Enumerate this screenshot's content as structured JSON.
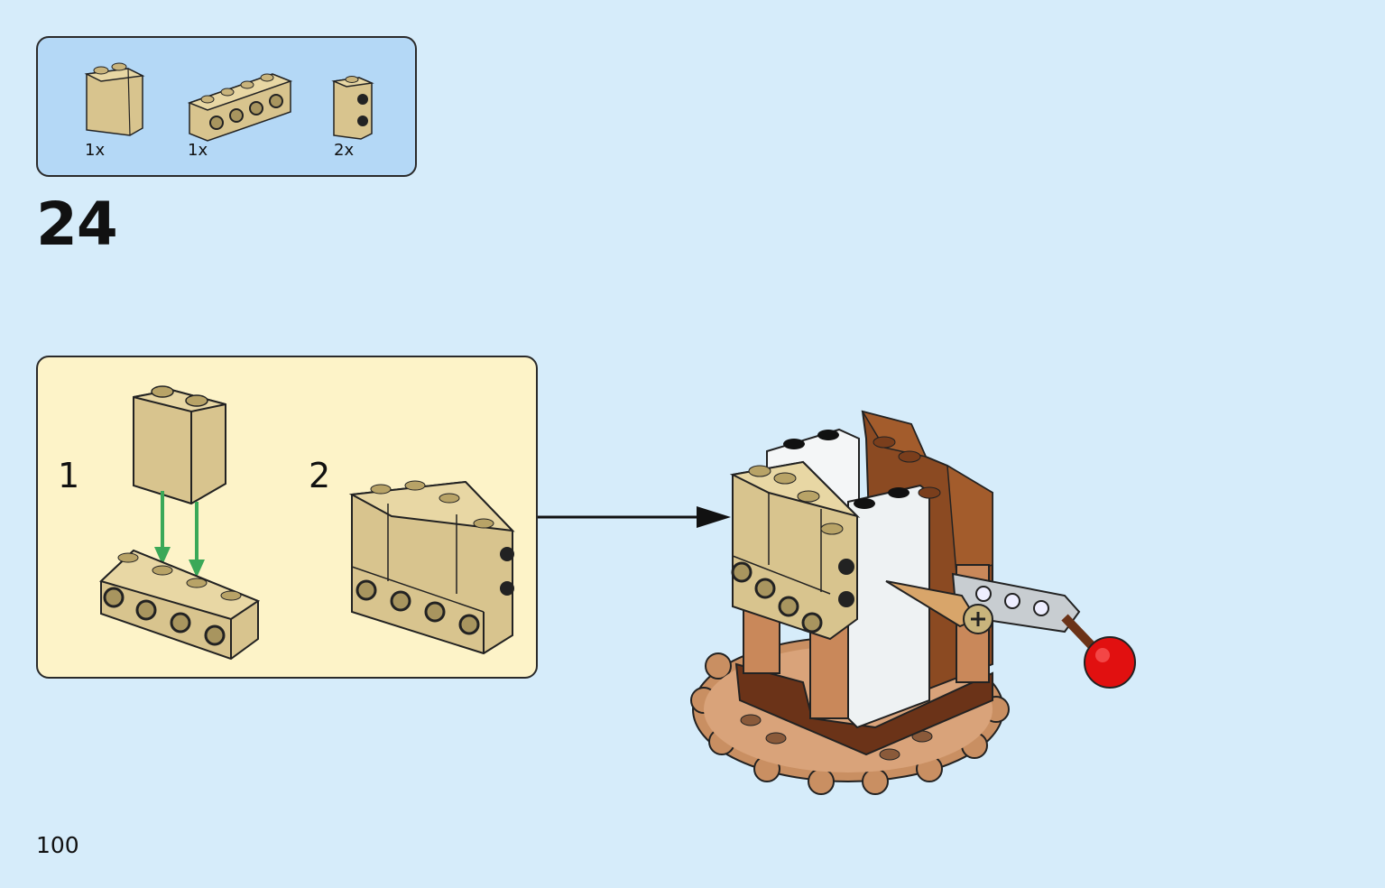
{
  "parts_list": {
    "items": [
      {
        "quantity": "1x",
        "part": "tan-brick-1x2x2",
        "color": "#d8c48e"
      },
      {
        "quantity": "1x",
        "part": "tan-brick-1x4-with-side-studs",
        "color": "#d8c48e"
      },
      {
        "quantity": "2x",
        "part": "tan-brick-1x1-with-side-studs",
        "color": "#d8c48e"
      }
    ],
    "background": "#b4d8f6"
  },
  "step": {
    "number": "24"
  },
  "sub_assembly": {
    "background": "#fdf3c8",
    "steps": [
      {
        "label": "1",
        "arrow_color": "#3aa858"
      },
      {
        "label": "2"
      }
    ]
  },
  "page": {
    "number": "100",
    "background": "#d6ecfa"
  },
  "model": {
    "description_icon": "lego-model-icon",
    "accent_red": "#e11010"
  }
}
